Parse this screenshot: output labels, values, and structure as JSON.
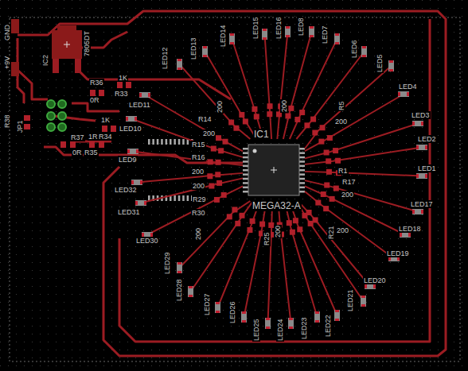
{
  "diagram": {
    "labels": [
      "GND",
      "+9V",
      "IC2",
      "7805DT",
      "R36",
      "0R",
      "1K",
      "R33",
      "LED11",
      "R38",
      "JP1",
      "1K",
      "LED10",
      "R37",
      "1R",
      "R34",
      "0R",
      "R35",
      "LED9",
      "R14",
      "200",
      "R15",
      "R16",
      "200",
      "LED32",
      "200",
      "R29",
      "LED31",
      "R30",
      "LED30",
      "LED29",
      "LED28",
      "LED27",
      "LED26",
      "LED25",
      "LED24",
      "LED23",
      "LED22",
      "LED21",
      "200",
      "R25",
      "200",
      "R21",
      "200",
      "LED20",
      "LED19",
      "LED18",
      "LED17",
      "R17",
      "200",
      "R1",
      "LED1",
      "LED2",
      "LED3",
      "LED4",
      "200",
      "R5",
      "LED5",
      "LED6",
      "LED7",
      "LED8",
      "LED16",
      "LED15",
      "LED14",
      "LED13",
      "LED12",
      "200",
      "200",
      "IC1",
      "MEGA32-A"
    ]
  }
}
